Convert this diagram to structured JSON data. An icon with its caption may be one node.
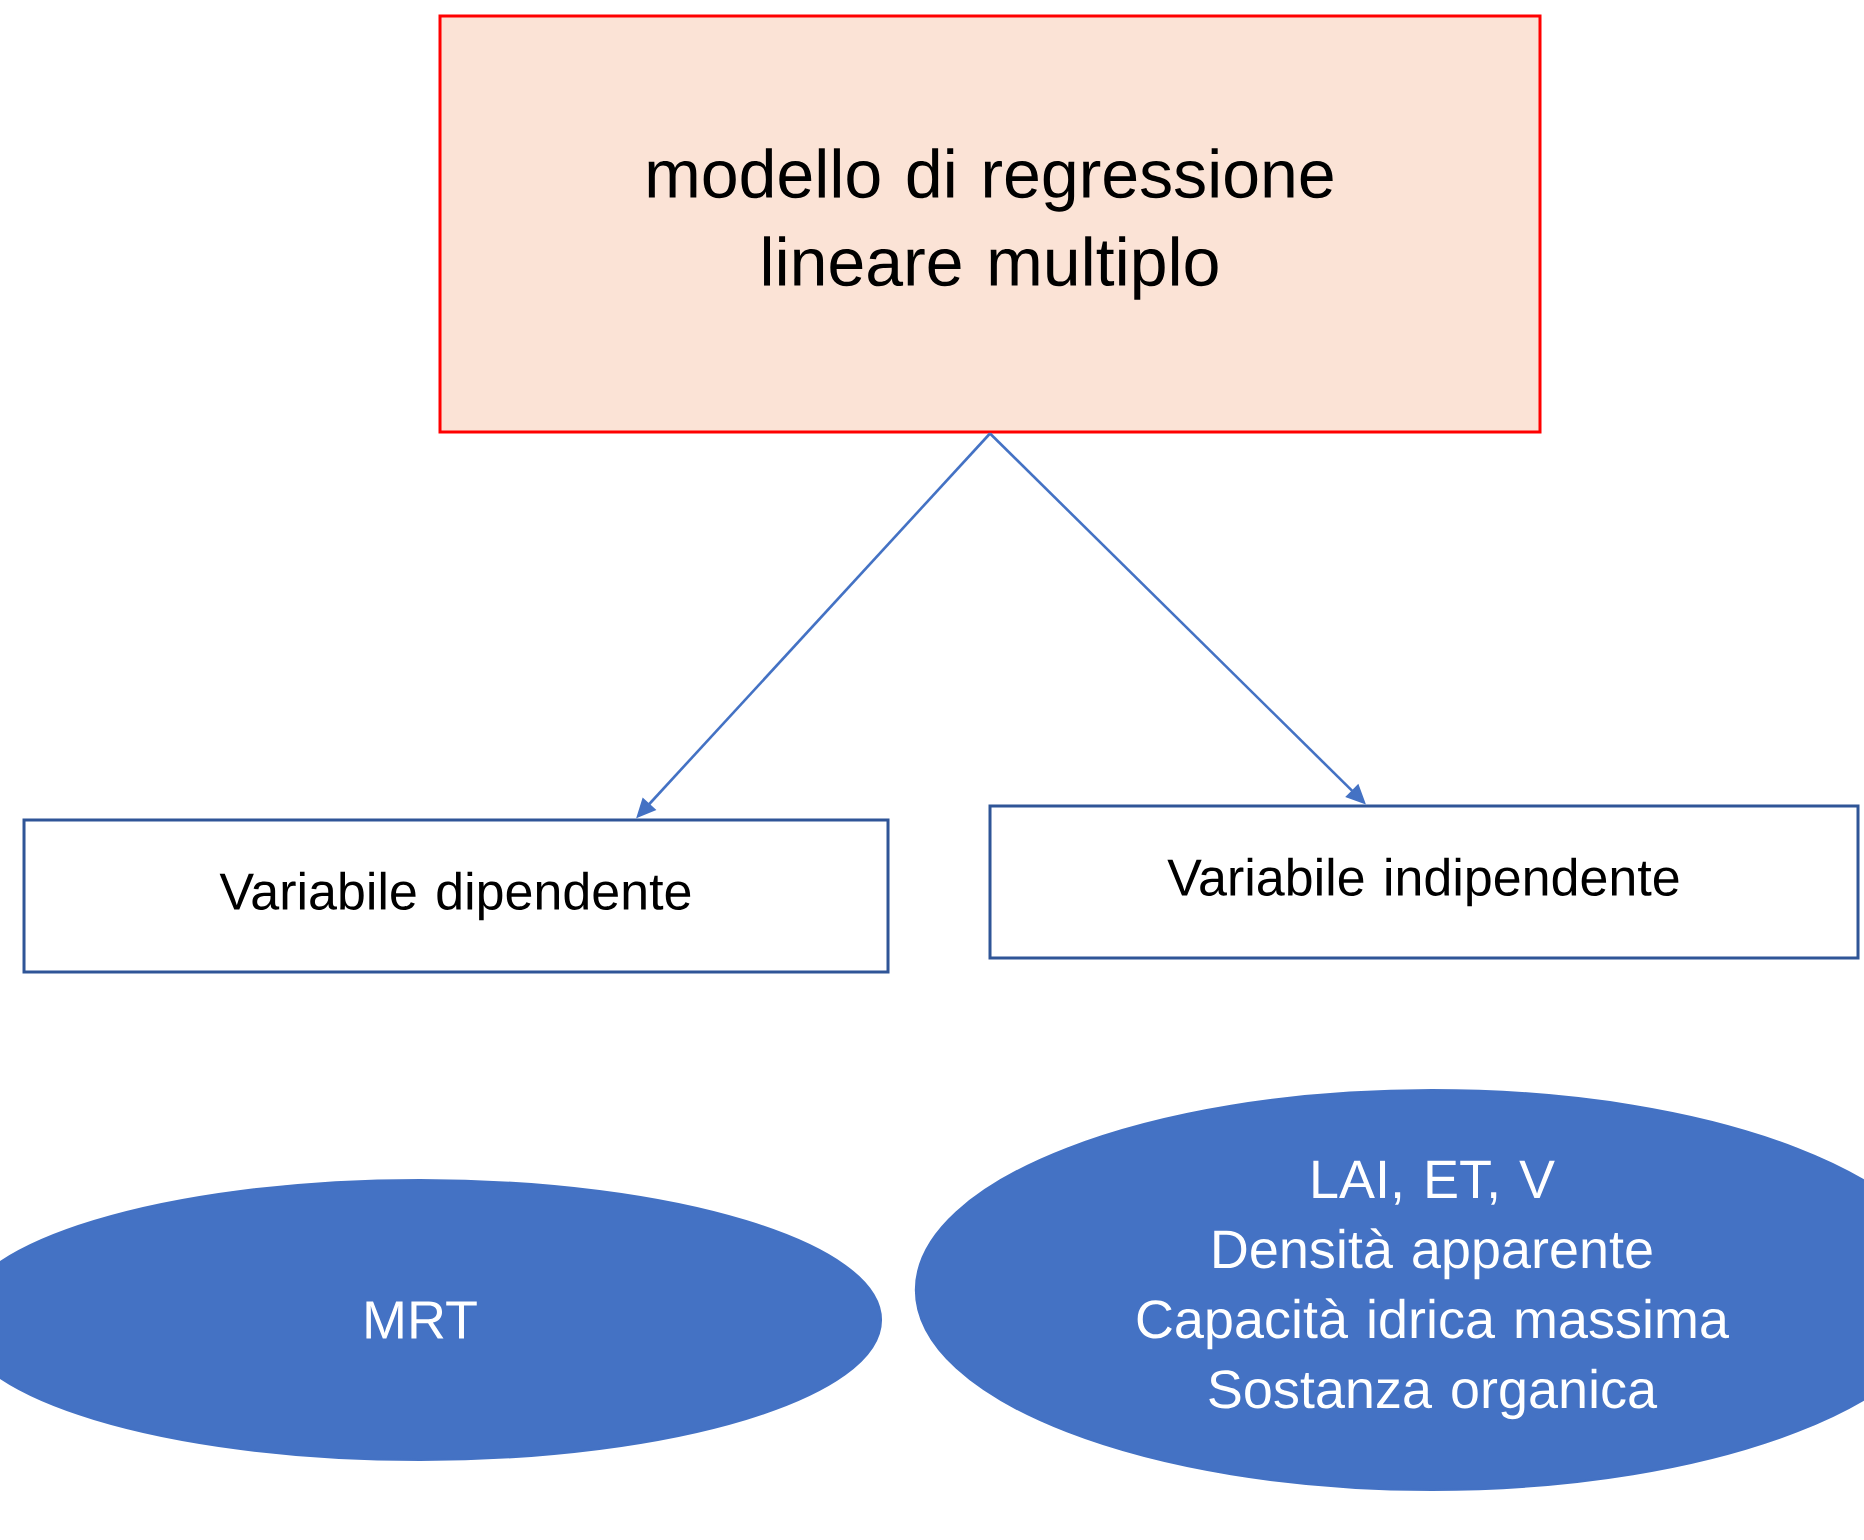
{
  "diagram": {
    "nodes": [
      {
        "text": [
          "modello di regressione lineare multiplo"
        ]
      },
      {
        "text": [
          "Variabile dipendente"
        ]
      },
      {
        "text": [
          "Variabile indipendente"
        ]
      },
      {
        "text": [
          "MRT"
        ]
      },
      {
        "text": [
          "LAI, ET, V",
          "Densità apparente",
          "Capacità idrica massima",
          "Sostanza organica"
        ]
      }
    ],
    "edges": [
      {
        "from": 0,
        "to": 1,
        "arrow": "to"
      },
      {
        "from": 0,
        "to": 2,
        "arrow": "to"
      }
    ]
  }
}
